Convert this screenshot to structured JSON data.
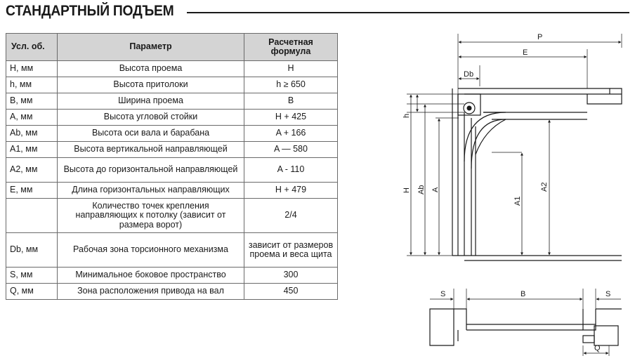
{
  "page_title": "СТАНДАРТНЫЙ ПОДЪЕМ",
  "table": {
    "headers": {
      "symbol": "Усл. об.",
      "parameter": "Параметр",
      "formula": "Расчетная формула"
    },
    "rows": [
      {
        "symbol": "H, мм",
        "parameter": "Высота проема",
        "formula": "H"
      },
      {
        "symbol": "h, мм",
        "parameter": "Высота притолоки",
        "formula": "h ≥ 650"
      },
      {
        "symbol": "B, мм",
        "parameter": "Ширина проема",
        "formula": "B"
      },
      {
        "symbol": "A, мм",
        "parameter": "Высота угловой стойки",
        "formula": "H + 425"
      },
      {
        "symbol": "Ab, мм",
        "parameter": "Высота оси вала и барабана",
        "formula": "A + 166"
      },
      {
        "symbol": "A1, мм",
        "parameter": "Высота вертикальной направляющей",
        "formula": "A — 580"
      },
      {
        "symbol": "A2, мм",
        "parameter": "Высота до горизонтальной направляющей",
        "formula": "A - 110"
      },
      {
        "symbol": "E, мм",
        "parameter": "Длина горизонтальных направляющих",
        "formula": "H + 479"
      },
      {
        "symbol": "",
        "parameter": "Количество точек крепления направляющих к потолку (зависит от размера ворот)",
        "formula": "2/4"
      },
      {
        "symbol": "Db, мм",
        "parameter": "Рабочая зона торсионного механизма",
        "formula": "зависит от размеров проема и веса щита"
      },
      {
        "symbol": "S, мм",
        "parameter": "Минимальное боковое пространство",
        "formula": "300"
      },
      {
        "symbol": "Q, мм",
        "parameter": "Зона расположения привода на вал",
        "formula": "450"
      }
    ]
  },
  "diagram_labels": {
    "P": "P",
    "E": "E",
    "Db": "Db",
    "h": "h",
    "H": "H",
    "Ab": "Ab",
    "A": "A",
    "A1": "A1",
    "A2": "A2",
    "S_left": "S",
    "B": "B",
    "S_right": "S",
    "Q": "Q"
  }
}
